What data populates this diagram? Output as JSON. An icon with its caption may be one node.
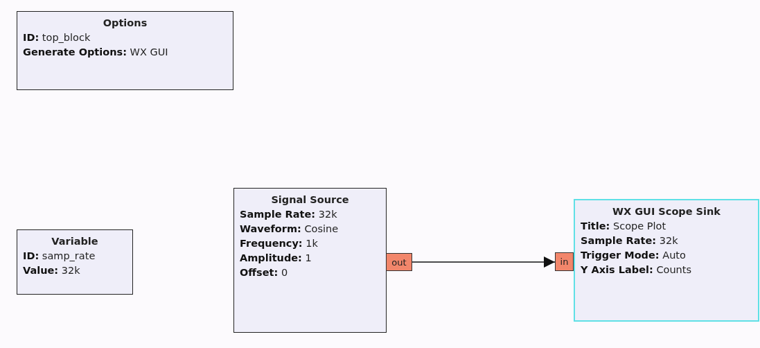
{
  "diagram": {
    "nodes": [
      {
        "text": [
          "Options",
          "**ID:** top_block",
          "**Generate Options:** WX GUI"
        ]
      },
      {
        "text": [
          "Variable",
          "**ID:** samp_rate",
          "**Value:** 32k"
        ]
      },
      {
        "text": [
          "Signal Source",
          "**Sample Rate:** 32k",
          "**Waveform:** Cosine",
          "**Frequency:** 1k",
          "**Amplitude:** 1",
          "**Offset:** 0"
        ]
      },
      {
        "text": [
          "out"
        ]
      },
      {
        "text": [
          "in"
        ]
      },
      {
        "text": [
          "WX GUI Scope Sink",
          "**Title:** Scope Plot",
          "**Sample Rate:** 32k",
          "**Trigger Mode:** Auto",
          "**Y Axis Label:** Counts"
        ]
      }
    ],
    "edges": [
      {
        "from": 3,
        "to": 4,
        "arrow": "to"
      }
    ]
  }
}
